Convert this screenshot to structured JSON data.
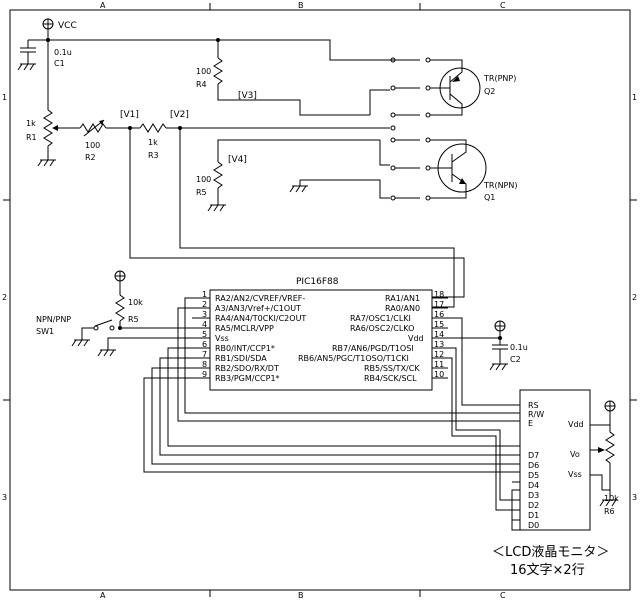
{
  "frame": {
    "columns": [
      "A",
      "B",
      "C"
    ],
    "rows": [
      "1",
      "2",
      "3"
    ]
  },
  "power": {
    "vcc": "VCC"
  },
  "components": {
    "c1": {
      "value": "0.1u",
      "ref": "C1"
    },
    "r1": {
      "value": "1k",
      "ref": "R1"
    },
    "r2": {
      "value": "100",
      "ref": "R2"
    },
    "r3": {
      "value": "1k",
      "ref": "R3"
    },
    "r4": {
      "value": "100",
      "ref": "R4"
    },
    "r5_top": {
      "value": "100",
      "ref": "R5"
    },
    "r5_pull": {
      "value": "10k",
      "ref": "R5"
    },
    "c2": {
      "value": "0.1u",
      "ref": "C2"
    },
    "r6": {
      "value": "10k",
      "ref": "R6"
    },
    "sw1": {
      "value": "NPN/PNP",
      "ref": "SW1"
    },
    "q2": {
      "type": "TR(PNP)",
      "ref": "Q2"
    },
    "q1": {
      "type": "TR(NPN)",
      "ref": "Q1"
    }
  },
  "nodes": {
    "v1": "[V1]",
    "v2": "[V2]",
    "v3": "[V3]",
    "v4": "[V4]"
  },
  "mcu": {
    "name": "PIC16F88",
    "left_pins": [
      {
        "num": "1",
        "label": "RA2/AN2/CVREF/VREF-"
      },
      {
        "num": "2",
        "label": "A3/AN3/Vref+/C1OUT"
      },
      {
        "num": "3",
        "label": "RA4/AN4/T0CKI/C2OUT"
      },
      {
        "num": "4",
        "label": "RA5/MCLR/VPP"
      },
      {
        "num": "5",
        "label": "Vss"
      },
      {
        "num": "6",
        "label": "RB0/INT/CCP1*"
      },
      {
        "num": "7",
        "label": "RB1/SDI/SDA"
      },
      {
        "num": "8",
        "label": "RB2/SDO/RX/DT"
      },
      {
        "num": "9",
        "label": "RB3/PGM/CCP1*"
      }
    ],
    "right_pins": [
      {
        "num": "18",
        "label": "RA1/AN1"
      },
      {
        "num": "17",
        "label": "RA0/AN0"
      },
      {
        "num": "16",
        "label": "RA7/OSC1/CLKI"
      },
      {
        "num": "15",
        "label": "RA6/OSC2/CLKO"
      },
      {
        "num": "14",
        "label": "Vdd"
      },
      {
        "num": "13",
        "label": "RB7/AN6/PGD/T1OSI"
      },
      {
        "num": "12",
        "label": "RB6/AN5/PGC/T1OSO/T1CKI"
      },
      {
        "num": "11",
        "label": "RB5/SS/TX/CK"
      },
      {
        "num": "10",
        "label": "RB4/SCK/SCL"
      }
    ]
  },
  "lcd": {
    "left_pins": [
      "RS",
      "R/W",
      "E",
      "D7",
      "D6",
      "D5",
      "D4",
      "D3",
      "D2",
      "D1",
      "D0"
    ],
    "right_pins": [
      "Vdd",
      "Vo",
      "Vss"
    ],
    "caption": "＜LCD液晶モニタ＞",
    "subcaption": "16文字×2行"
  }
}
